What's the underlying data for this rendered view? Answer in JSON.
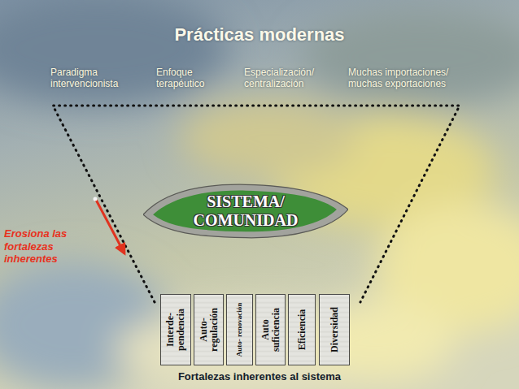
{
  "diagram": {
    "title": "Prácticas modernas",
    "nodes": [
      {
        "text": [
          "SISTEMA/ COMUNIDAD"
        ]
      },
      {
        "text": [
          "Interde- pendencia"
        ]
      },
      {
        "text": [
          "Auto- regulación"
        ]
      },
      {
        "text": [
          "Auto- renovación"
        ]
      },
      {
        "text": [
          "Auto suficiencia"
        ]
      },
      {
        "text": [
          "Eficiencia"
        ]
      },
      {
        "text": [
          "Diversidad"
        ]
      }
    ],
    "labels": [
      "Paradigma intervencionista",
      "Enfoque terapéutico",
      "Especialización/ centralización",
      "Muchas importaciones/ muchas exportaciones",
      "Erosiona las fortalezas inherentes",
      "Fortalezas inherentes al sistema"
    ]
  }
}
